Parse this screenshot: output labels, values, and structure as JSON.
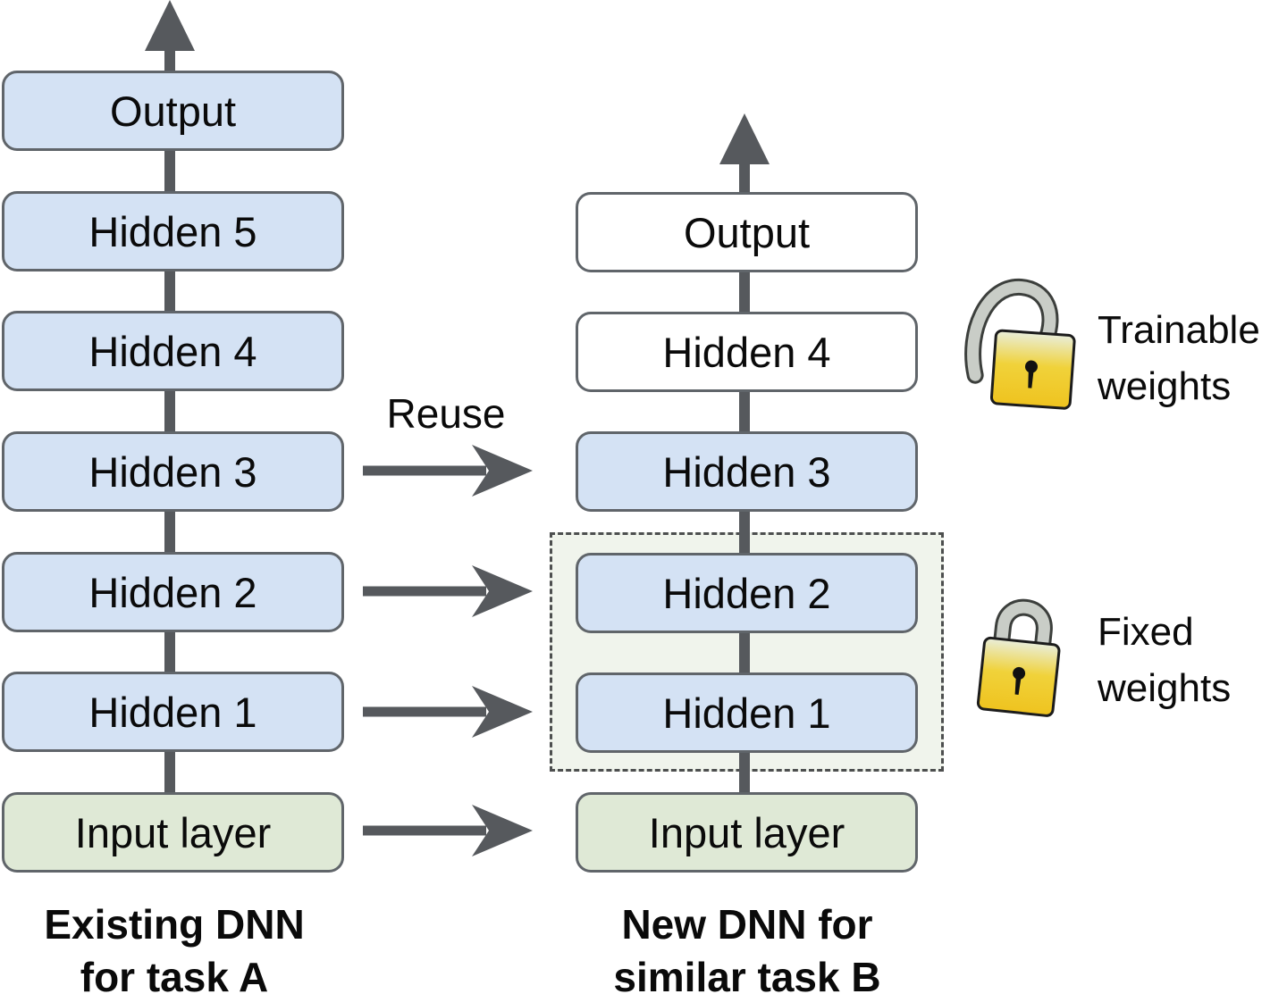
{
  "left_network": {
    "caption_line1": "Existing DNN",
    "caption_line2": "for task A",
    "layers": [
      "Output",
      "Hidden 5",
      "Hidden 4",
      "Hidden 3",
      "Hidden 2",
      "Hidden 1",
      "Input layer"
    ]
  },
  "right_network": {
    "caption_line1": "New DNN for",
    "caption_line2": "similar task B",
    "layers": [
      "Output",
      "Hidden 4",
      "Hidden 3",
      "Hidden 2",
      "Hidden 1",
      "Input layer"
    ]
  },
  "annotations": {
    "reuse_label": "Reuse",
    "trainable_line1": "Trainable",
    "trainable_line2": "weights",
    "fixed_line1": "Fixed",
    "fixed_line2": "weights"
  },
  "icons": {
    "unlocked_padlock": "unlocked-padlock-icon",
    "locked_padlock": "locked-padlock-icon",
    "up_arrow": "up-arrow-icon",
    "reuse_arrow": "right-arrow-icon"
  },
  "colors": {
    "layer_blue": "#d4e2f4",
    "layer_green": "#dfe9d6",
    "layer_white": "#ffffff",
    "box_border": "#60656a",
    "arrow_gray": "#56595d",
    "dashed_fill": "#f0f4ec",
    "dashed_border": "#4d4f4f",
    "lock_yellow": "#efc31f",
    "lock_silver": "#c9cdc7"
  }
}
